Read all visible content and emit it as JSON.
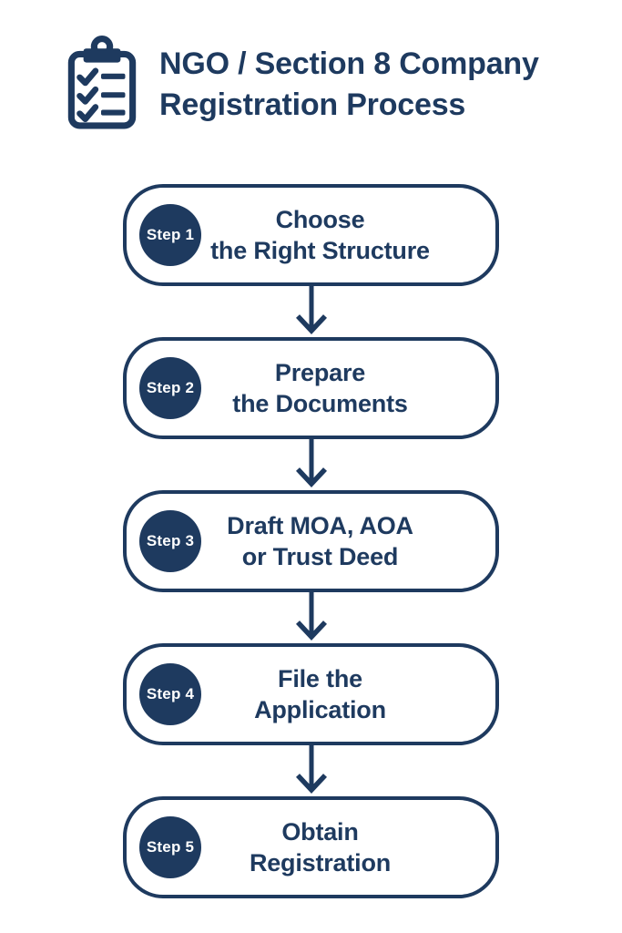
{
  "colors": {
    "accent": "#1e3a5f",
    "background": "#ffffff",
    "badge_text": "#ffffff"
  },
  "header": {
    "icon": "clipboard-checklist-icon",
    "title_line1": "NGO / Section 8 Company",
    "title_line2": "Registration Process"
  },
  "steps": [
    {
      "badge": "Step 1",
      "label_line1": "Choose",
      "label_line2": "the Right Structure"
    },
    {
      "badge": "Step 2",
      "label_line1": "Prepare",
      "label_line2": "the Documents"
    },
    {
      "badge": "Step 3",
      "label_line1": "Draft MOA, AOA",
      "label_line2": "or Trust Deed"
    },
    {
      "badge": "Step 4",
      "label_line1": "File the",
      "label_line2": "Application"
    },
    {
      "badge": "Step 5",
      "label_line1": "Obtain",
      "label_line2": "Registration"
    }
  ]
}
